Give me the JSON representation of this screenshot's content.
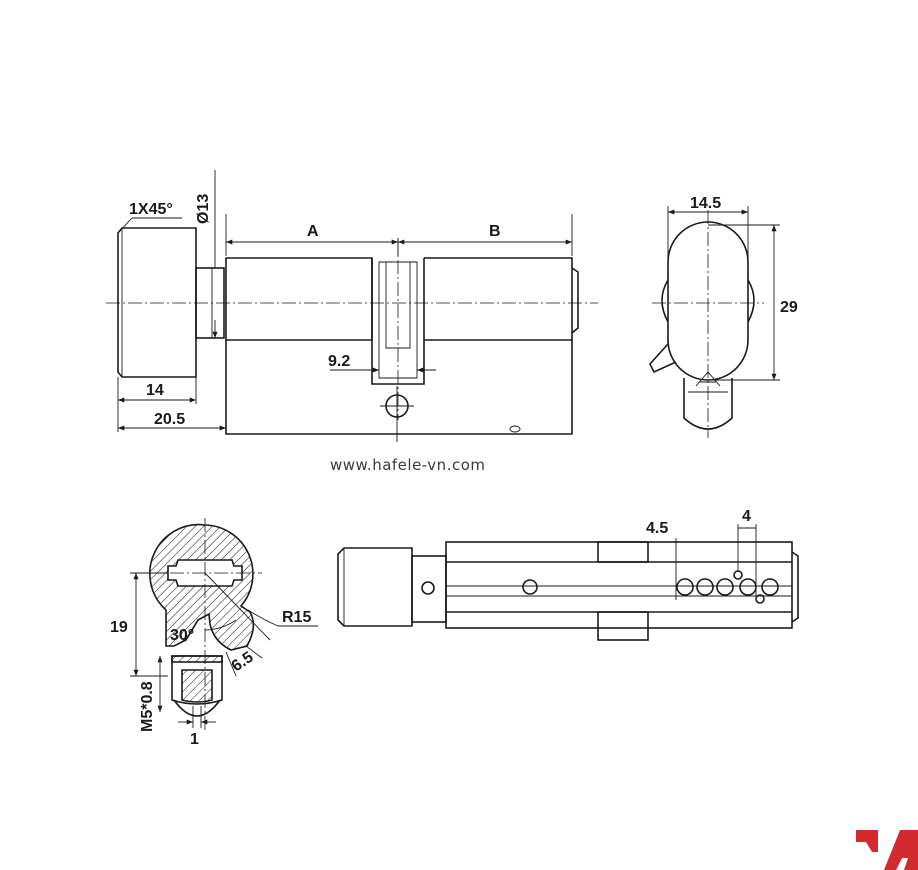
{
  "dimensions": {
    "chamfer": "1X45°",
    "knob_diameter": "Ø13",
    "side_a": "A",
    "side_b": "B",
    "knob_length": "14",
    "knob_offset": "20.5",
    "cam_width": "9.2",
    "width": "14.5",
    "height": "29",
    "pin_spacing_a": "4.5",
    "pin_spacing_b": "4",
    "cam_height": "19",
    "cam_radius": "R15",
    "cam_angle": "30°",
    "cam_thickness": "6.5",
    "screw_thread": "M5*0.8",
    "screw_offset": "1"
  },
  "website": "www.hafele-vn.com",
  "brand_color": "#d42a2f"
}
